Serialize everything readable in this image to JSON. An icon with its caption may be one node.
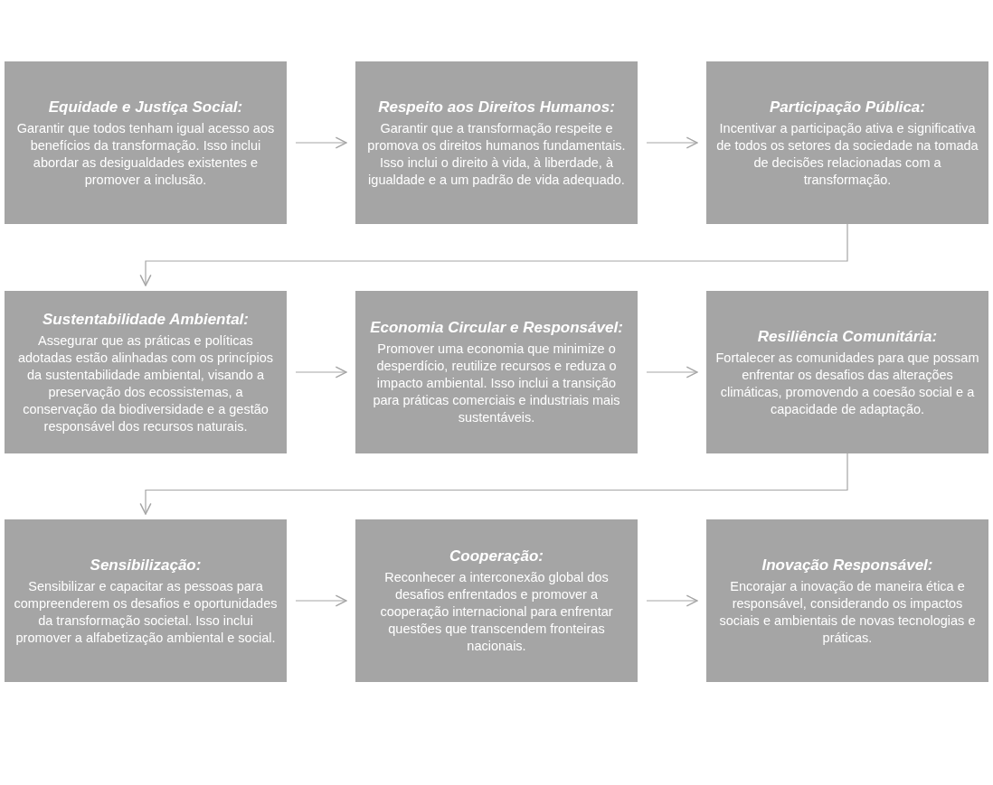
{
  "diagram": {
    "nodes": [
      {
        "text": [
          "Equidade e Justiça Social:",
          "Garantir que todos tenham igual acesso aos benefícios da transformação. Isso inclui abordar as desigualdades existentes e promover a inclusão."
        ]
      },
      {
        "text": [
          "Respeito aos Direitos Humanos:",
          "Garantir que a transformação respeite e promova os direitos humanos fundamentais. Isso inclui o direito à vida, à liberdade, à igualdade e a um padrão de vida adequado."
        ]
      },
      {
        "text": [
          "Participação Pública:",
          "Incentivar a participação ativa e significativa de todos os setores da sociedade na tomada de decisões relacionadas com a transformação."
        ]
      },
      {
        "text": [
          "Sustentabilidade Ambiental:",
          "Assegurar que as práticas e políticas adotadas estão alinhadas com os princípios da sustentabilidade ambiental, visando a preservação dos ecossistemas, a conservação da biodiversidade e a gestão responsável dos recursos naturais."
        ]
      },
      {
        "text": [
          "Economia Circular e Responsável:",
          "Promover uma economia que minimize o desperdício, reutilize recursos e reduza o impacto ambiental. Isso inclui a transição para práticas comerciais e industriais mais sustentáveis."
        ]
      },
      {
        "text": [
          "Resiliência Comunitária:",
          "Fortalecer as comunidades para que possam enfrentar os desafios das alterações climáticas, promovendo a coesão social e a capacidade de adaptação."
        ]
      },
      {
        "text": [
          "Sensibilização:",
          "Sensibilizar e capacitar as pessoas para compreenderem os desafios e oportunidades da transformação societal. Isso inclui promover a alfabetização ambiental e social."
        ]
      },
      {
        "text": [
          "Cooperação:",
          "Reconhecer a interconexão global dos desafios enfrentados e promover a cooperação internacional para enfrentar questões que transcendem fronteiras nacionais."
        ]
      },
      {
        "text": [
          "Inovação Responsável:",
          "Encorajar a inovação de maneira ética e responsável, considerando os impactos sociais e ambientais de novas tecnologias e práticas."
        ]
      }
    ],
    "edges": [
      {
        "from": 0,
        "to": 1,
        "arrow": "to"
      },
      {
        "from": 1,
        "to": 2,
        "arrow": "to"
      },
      {
        "from": 2,
        "to": 3,
        "arrow": "to"
      },
      {
        "from": 3,
        "to": 4,
        "arrow": "to"
      },
      {
        "from": 4,
        "to": 5,
        "arrow": "to"
      },
      {
        "from": 5,
        "to": 6,
        "arrow": "to"
      },
      {
        "from": 6,
        "to": 7,
        "arrow": "to"
      },
      {
        "from": 7,
        "to": 8,
        "arrow": "to"
      }
    ]
  }
}
